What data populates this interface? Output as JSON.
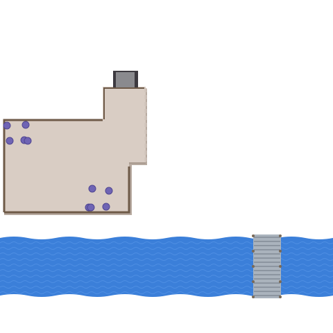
{
  "scene": {
    "type": "top-down game map",
    "colors": {
      "background": "#ffffff",
      "floor": "#d9cdc4",
      "wall": "#6e5a48",
      "wall_shadow": "#b7aaa0",
      "water": "#3b7fd9",
      "water_wave": "#5a98ea",
      "bridge_plank": "#aab3bd",
      "bridge_edge": "#6f7782",
      "bridge_post": "#7a6a58",
      "door_frame": "#3d3a40",
      "door_inner": "#8a8a8e",
      "rock": "#6f64b4",
      "rock_dark": "#4f4591"
    },
    "elements": {
      "building": "stone-floor-room",
      "doorway": "dark-doorway",
      "rocks": "purple-boulders",
      "river": "blue-river",
      "bridge": "wooden-plank-bridge"
    },
    "rock_count": 10
  }
}
